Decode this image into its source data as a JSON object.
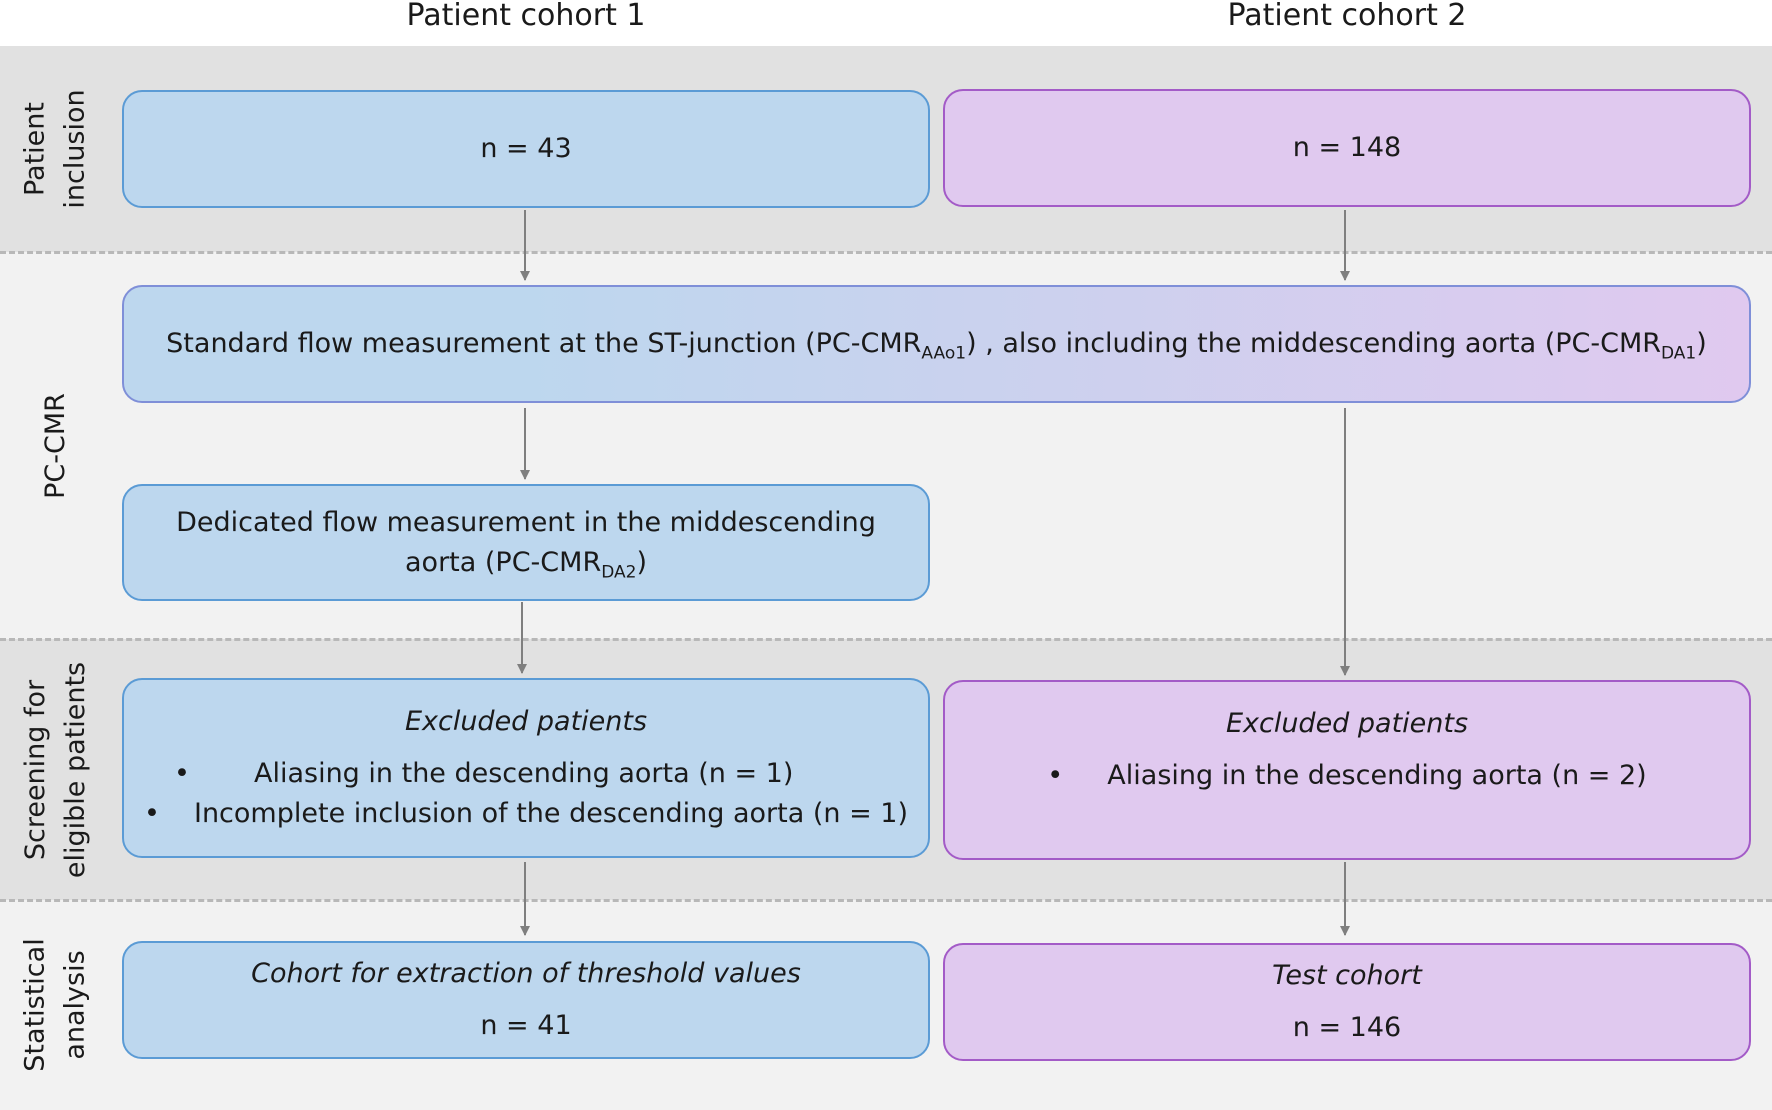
{
  "columns": {
    "cohort1": "Patient cohort 1",
    "cohort2": "Patient cohort 2"
  },
  "stages": {
    "inclusion": [
      "Patient",
      "inclusion"
    ],
    "pccmr": [
      "PC-CMR"
    ],
    "screening": [
      "Screening  for",
      "eligible patients"
    ],
    "statistical": [
      "Statistical",
      "analysis"
    ]
  },
  "inclusion": {
    "cohort1_n": "n = 43",
    "cohort2_n": "n = 148"
  },
  "standard_flow": {
    "part1": "Standard flow measurement at the ST-junction (PC-CMR",
    "sub1": "AAo1",
    "part2": ") , also including the middescending aorta (PC-CMR",
    "sub2": "DA1",
    "part3": ")"
  },
  "dedicated_flow": {
    "line1": "Dedicated  flow measurement in the middescending",
    "line2": "aorta (PC-CMR",
    "sub": "DA2",
    "line2_end": ")"
  },
  "excluded": {
    "title": "Excluded patients",
    "bullet": "•",
    "cohort1_items": [
      "Aliasing in the descending aorta (n = 1)",
      "Incomplete inclusion of the descending aorta (n = 1)"
    ],
    "cohort2_items": [
      "Aliasing in the descending aorta (n = 2)"
    ]
  },
  "analysis": {
    "cohort1_title": "Cohort for extraction of threshold values",
    "cohort1_n": "n = 41",
    "cohort2_title": "Test cohort",
    "cohort2_n": "n = 146"
  },
  "colors": {
    "cohort1_fill": "#bdd7ee",
    "cohort1_border": "#5b9bd5",
    "cohort2_fill": "#e0c9ef",
    "cohort2_border": "#a35bc7",
    "arrow": "#7f7f7f"
  }
}
